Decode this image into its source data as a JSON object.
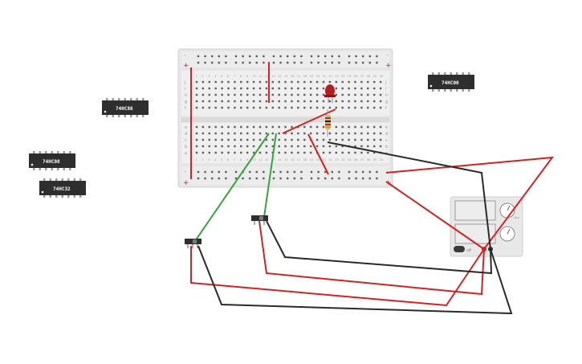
{
  "chips": [
    {
      "id": "chip-74hc86",
      "label": "74HC86"
    },
    {
      "id": "chip-74hc08",
      "label": "74HC08"
    },
    {
      "id": "chip-74hc32",
      "label": "74HC32"
    },
    {
      "id": "chip-74hc00",
      "label": "74HC00"
    }
  ],
  "breadboard": {
    "rail_plus": "+",
    "rail_minus": "-",
    "rows_top": [
      "j",
      "i",
      "h",
      "g",
      "f"
    ],
    "rows_bottom": [
      "e",
      "d",
      "c",
      "b",
      "a"
    ],
    "column_count": 30
  },
  "power_supply": {
    "button_label": "off",
    "small_text": "18 V"
  },
  "colors": {
    "wire_red": "#d42121",
    "wire_green": "#37a33a",
    "wire_black": "#2a2a2a",
    "led": "#b51e1e",
    "chip_body": "#2e2e2e",
    "board": "#e9e9e9"
  }
}
